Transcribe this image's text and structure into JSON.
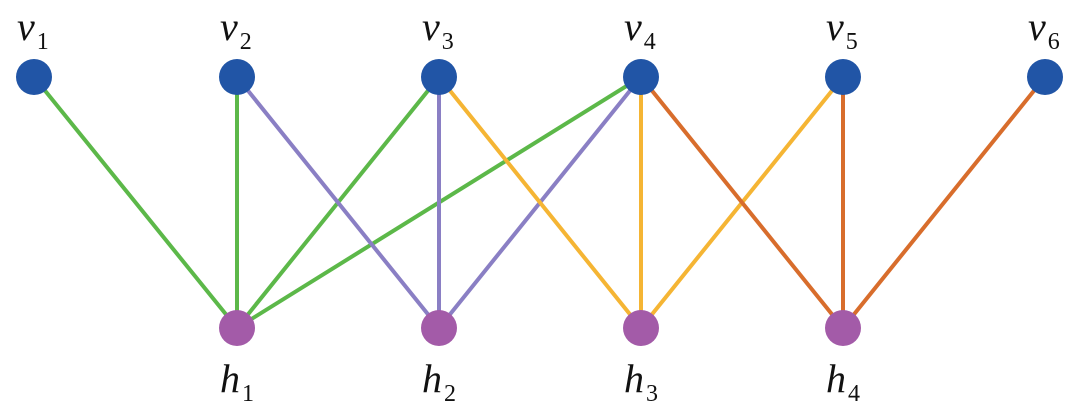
{
  "colors": {
    "visible_node": "#2155a6",
    "hidden_node": "#a35ba8",
    "edge_h1": "#5cb849",
    "edge_h2": "#8a7fc4",
    "edge_h3": "#f5b534",
    "edge_h4": "#d86d2c",
    "label": "#111111"
  },
  "visible_nodes": [
    {
      "id": "v1",
      "letter": "v",
      "sub": "1"
    },
    {
      "id": "v2",
      "letter": "v",
      "sub": "2"
    },
    {
      "id": "v3",
      "letter": "v",
      "sub": "3"
    },
    {
      "id": "v4",
      "letter": "v",
      "sub": "4"
    },
    {
      "id": "v5",
      "letter": "v",
      "sub": "5"
    },
    {
      "id": "v6",
      "letter": "v",
      "sub": "6"
    }
  ],
  "hidden_nodes": [
    {
      "id": "h1",
      "letter": "h",
      "sub": "1"
    },
    {
      "id": "h2",
      "letter": "h",
      "sub": "2"
    },
    {
      "id": "h3",
      "letter": "h",
      "sub": "3"
    },
    {
      "id": "h4",
      "letter": "h",
      "sub": "4"
    }
  ],
  "edges": [
    {
      "from": "v1",
      "to": "h1",
      "color_key": "edge_h1"
    },
    {
      "from": "v2",
      "to": "h1",
      "color_key": "edge_h1"
    },
    {
      "from": "v3",
      "to": "h1",
      "color_key": "edge_h1"
    },
    {
      "from": "v4",
      "to": "h1",
      "color_key": "edge_h1"
    },
    {
      "from": "v2",
      "to": "h2",
      "color_key": "edge_h2"
    },
    {
      "from": "v3",
      "to": "h2",
      "color_key": "edge_h2"
    },
    {
      "from": "v4",
      "to": "h2",
      "color_key": "edge_h2"
    },
    {
      "from": "v3",
      "to": "h3",
      "color_key": "edge_h3"
    },
    {
      "from": "v4",
      "to": "h3",
      "color_key": "edge_h3"
    },
    {
      "from": "v5",
      "to": "h3",
      "color_key": "edge_h3"
    },
    {
      "from": "v4",
      "to": "h4",
      "color_key": "edge_h4"
    },
    {
      "from": "v5",
      "to": "h4",
      "color_key": "edge_h4"
    },
    {
      "from": "v6",
      "to": "h4",
      "color_key": "edge_h4"
    }
  ]
}
